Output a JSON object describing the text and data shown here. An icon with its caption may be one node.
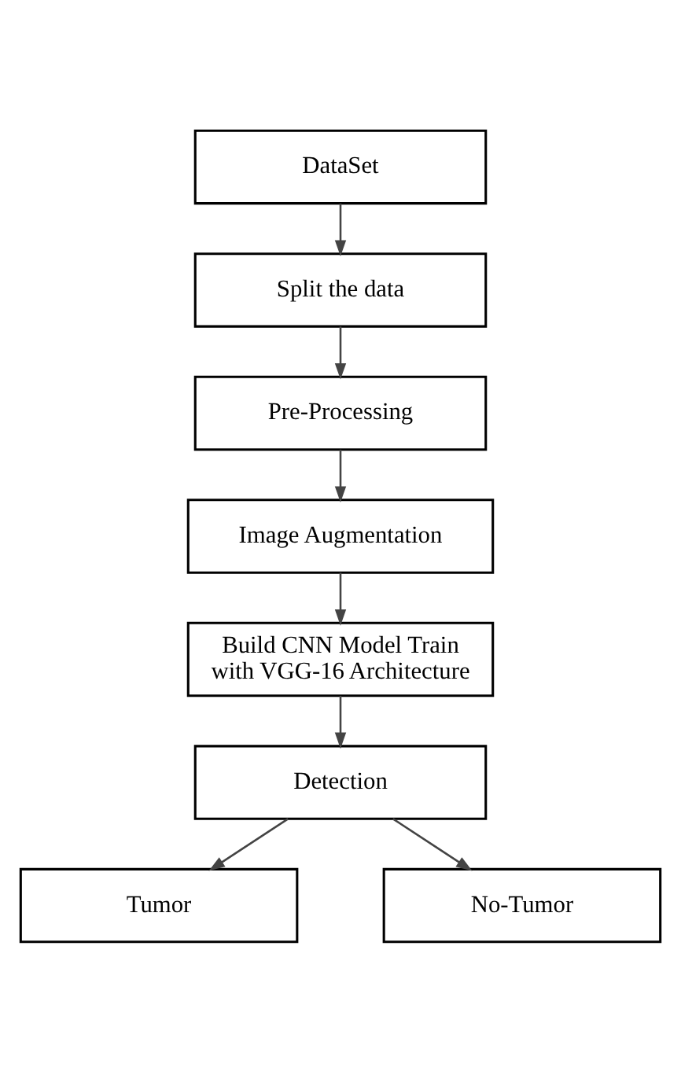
{
  "diagram": {
    "nodes": [
      {
        "text": [
          "DataSet"
        ]
      },
      {
        "text": [
          "Split the data"
        ]
      },
      {
        "text": [
          "Pre-Processing"
        ]
      },
      {
        "text": [
          "Image Augmentation"
        ]
      },
      {
        "text": [
          "Build CNN Model Train with VGG-16 Architecture"
        ]
      },
      {
        "text": [
          "Detection"
        ]
      },
      {
        "text": [
          "Tumor"
        ]
      },
      {
        "text": [
          "No-Tumor"
        ]
      }
    ],
    "edges": [
      {
        "from": 0,
        "to": 1,
        "arrow": "to"
      },
      {
        "from": 1,
        "to": 2,
        "arrow": "to"
      },
      {
        "from": 2,
        "to": 3,
        "arrow": "to"
      },
      {
        "from": 3,
        "to": 4,
        "arrow": "to"
      },
      {
        "from": 4,
        "to": 5,
        "arrow": "to"
      },
      {
        "from": 5,
        "to": 6,
        "arrow": "to"
      },
      {
        "from": 5,
        "to": 7,
        "arrow": "to"
      }
    ]
  }
}
